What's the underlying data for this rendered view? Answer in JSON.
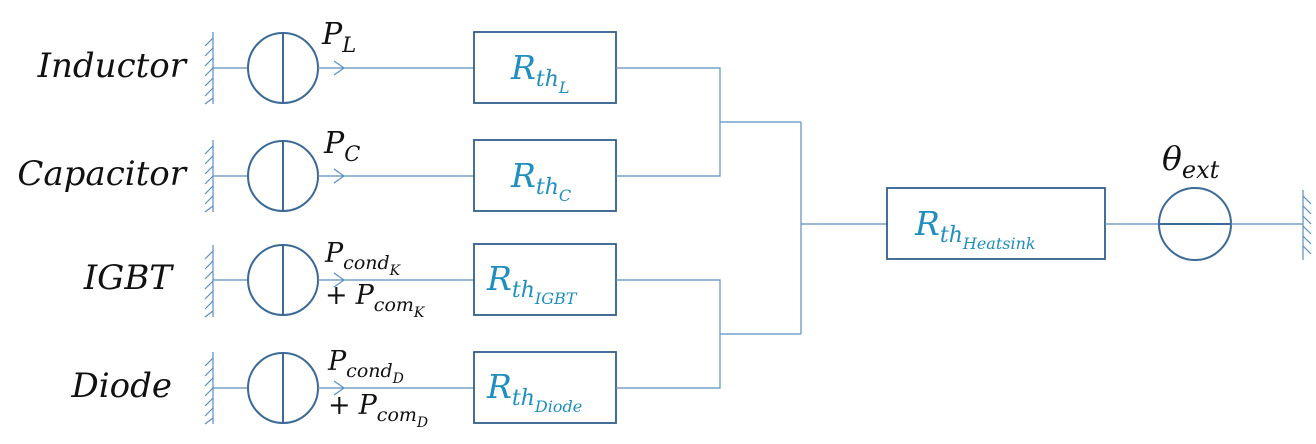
{
  "components": [
    {
      "name": "Inductor",
      "power": {
        "base": "P",
        "sub": "L"
      },
      "resistance": {
        "base": "R",
        "sub": "th",
        "subsub": "L"
      }
    },
    {
      "name": "Capacitor",
      "power": {
        "base": "P",
        "sub": "C"
      },
      "resistance": {
        "base": "R",
        "sub": "th",
        "subsub": "C"
      }
    },
    {
      "name": "IGBT",
      "power": {
        "base": "P",
        "sub": "cond",
        "subsub": "K"
      },
      "power2": {
        "plus": "+",
        "base": "P",
        "sub": "com",
        "subsub": "K"
      },
      "resistance": {
        "base": "R",
        "sub": "th",
        "subsub": "IGBT"
      }
    },
    {
      "name": "Diode",
      "power": {
        "base": "P",
        "sub": "cond",
        "subsub": "D"
      },
      "power2": {
        "plus": "+",
        "base": "P",
        "sub": "com",
        "subsub": "D"
      },
      "resistance": {
        "base": "R",
        "sub": "th",
        "subsub": "Diode"
      }
    }
  ],
  "heatsink": {
    "base": "R",
    "sub": "th",
    "subsub": "Heatsink"
  },
  "ambient": {
    "base": "θ",
    "sub": "ext"
  },
  "colors": {
    "wire": "#5b8fc0",
    "box_border": "#2f5f8c",
    "source_border": "#3b6a98",
    "resistance_label": "#1f8ec0",
    "text": "#111111"
  }
}
